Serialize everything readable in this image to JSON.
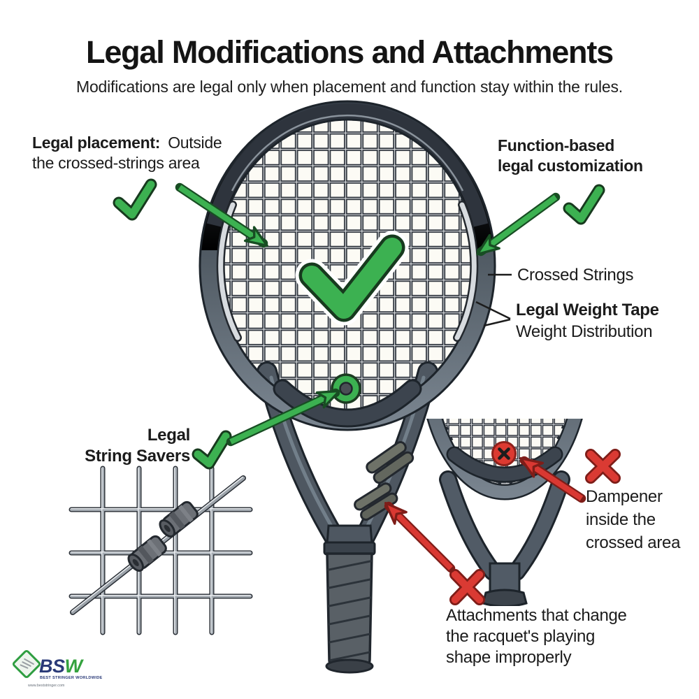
{
  "header": {
    "title": "Legal Modifications and Attachments",
    "subtitle": "Modifications are legal only when placement and function stay within the rules."
  },
  "annotations": {
    "legal_placement_bold": "Legal placement:",
    "legal_placement_rest": "Outside",
    "legal_placement_line2": "the crossed-strings area",
    "function_based_line1": "Function-based",
    "function_based_line2": "legal customization",
    "crossed_strings": "Crossed Strings",
    "legal_weight_tape": "Legal Weight Tape",
    "weight_distribution": "Weight Distribution",
    "string_savers_line1": "Legal",
    "string_savers_line2": "String Savers",
    "dampener_line1": "Dampener",
    "dampener_line2": "inside the",
    "dampener_line3": "crossed area",
    "attachments_line1": "Attachments that change",
    "attachments_line2": "the racquet's playing",
    "attachments_line3": "shape improperly"
  },
  "logo": {
    "abbr_bs": "BS",
    "abbr_w": "W",
    "tagline": "BEST STRINGER WORLDWIDE",
    "url": "www.beststringer.com"
  },
  "icons": {
    "legal_check": "✓",
    "illegal_cross": "✕"
  },
  "colors": {
    "legal_green": "#3cb151",
    "illegal_red": "#d93832",
    "frame_gray": "#515c68",
    "weight_tape_silver": "#d7dbdf",
    "text": "#1b1b1b"
  }
}
